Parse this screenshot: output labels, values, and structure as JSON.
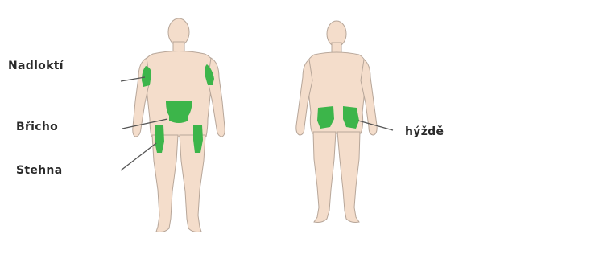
{
  "labels": {
    "upper_arm": "Nadloktí",
    "abdomen": "Břicho",
    "thighs": "Stehna",
    "buttocks": "hýždě"
  },
  "colors": {
    "skin": "#f4ddcb",
    "skin_outline": "#b7a699",
    "injection_site": "#3cb54a",
    "leader_line": "#555555",
    "text": "#2a2a2a",
    "background": "#ffffff"
  },
  "figures": [
    "front-view",
    "back-view"
  ]
}
